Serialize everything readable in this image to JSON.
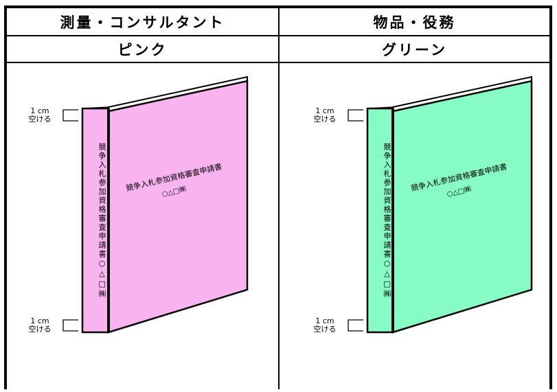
{
  "header": {
    "left_title": "測量・コンサルタント",
    "right_title": "物品・役務"
  },
  "colors_row": {
    "left_color_name": "ピンク",
    "right_color_name": "グリーン"
  },
  "binder_left": {
    "cover_title": "競争入札参加資格審査申請書",
    "cover_marks": "○△□㈱",
    "spine_text": "競争入札参加資格審査申請書○△□㈱",
    "color": "#f9b3ee",
    "note_top_value": "1 cm",
    "note_top_label": "空ける",
    "note_bottom_value": "1 cm",
    "note_bottom_label": "空ける"
  },
  "binder_right": {
    "cover_title": "競争入札参加資格審査申請書",
    "cover_marks": "○△□㈱",
    "spine_text": "競争入札参加資格審査申請書○△□㈱",
    "color": "#86fbc4",
    "note_top_value": "1 cm",
    "note_top_label": "空ける",
    "note_bottom_value": "1 cm",
    "note_bottom_label": "空ける"
  }
}
